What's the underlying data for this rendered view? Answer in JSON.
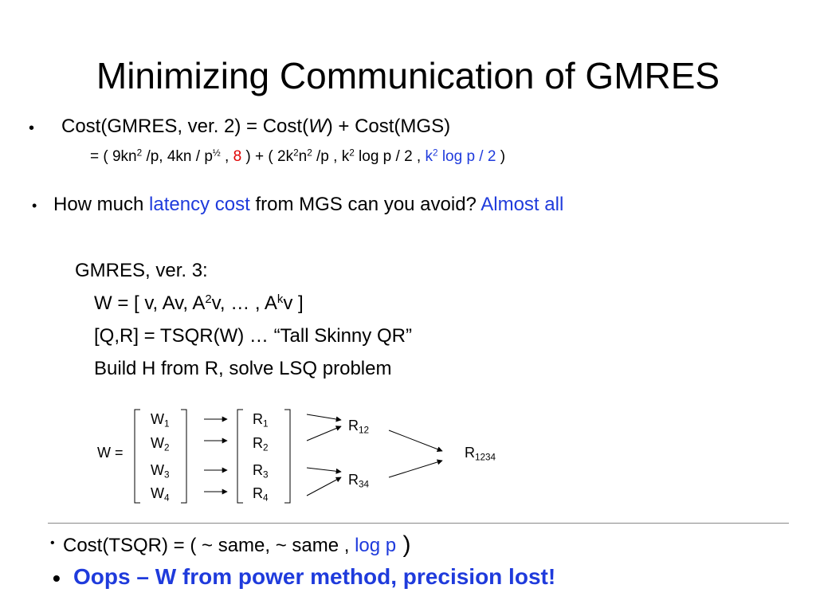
{
  "title": "Minimizing Communication of GMRES",
  "bullet_char": "•",
  "cost_line": {
    "pre": "Cost(GMRES, ver. 2) = Cost(",
    "w": "W",
    "post": ") + Cost(MGS)"
  },
  "formula": {
    "p1": "=  ( 9kn",
    "s1": "2",
    "p2": " /p, 4kn / p",
    "s2": "½",
    "p3": " ,  ",
    "red": "8",
    "p4": " ) + ( 2k",
    "s3": "2",
    "p5": "n",
    "s4": "2",
    "p6": " /p , k",
    "s5": "2",
    "p7": " log p / 2 , ",
    "b1": "k",
    "s6": "2",
    "b2": " log p / 2",
    "p8": " )"
  },
  "question": {
    "pre": "How much ",
    "latency": "latency cost",
    "mid": " from MGS can you avoid?  ",
    "answer": "Almost all"
  },
  "gmres3": {
    "heading": "GMRES, ver. 3:",
    "w_pre": "W = [ v, Av, A",
    "w_s1": "2",
    "w_mid": "v, … , A",
    "w_s2": "k",
    "w_post": "v ]",
    "qr": "[Q,R] = TSQR(W)  …  “Tall Skinny QR”",
    "build": "Build H from R, solve LSQ problem"
  },
  "diagram": {
    "w_label": "W =",
    "w_blocks": [
      {
        "base": "W",
        "sub": "1"
      },
      {
        "base": "W",
        "sub": "2"
      },
      {
        "base": "W",
        "sub": "3"
      },
      {
        "base": "W",
        "sub": "4"
      }
    ],
    "r_blocks": [
      {
        "base": "R",
        "sub": "1"
      },
      {
        "base": "R",
        "sub": "2"
      },
      {
        "base": "R",
        "sub": "3"
      },
      {
        "base": "R",
        "sub": "4"
      }
    ],
    "r12": {
      "base": "R",
      "sub": "12"
    },
    "r34": {
      "base": "R",
      "sub": "34"
    },
    "r1234": {
      "base": "R",
      "sub": "1234"
    }
  },
  "tsqr_cost": {
    "pre": "Cost(TSQR) = ( ~ same, ~ same ,  ",
    "blue": "log p",
    "post": " )"
  },
  "oops": "Oops – W from power method, precision lost!",
  "colors": {
    "blue": "#1f3bdc",
    "red": "#e00000",
    "divider": "#888888"
  }
}
